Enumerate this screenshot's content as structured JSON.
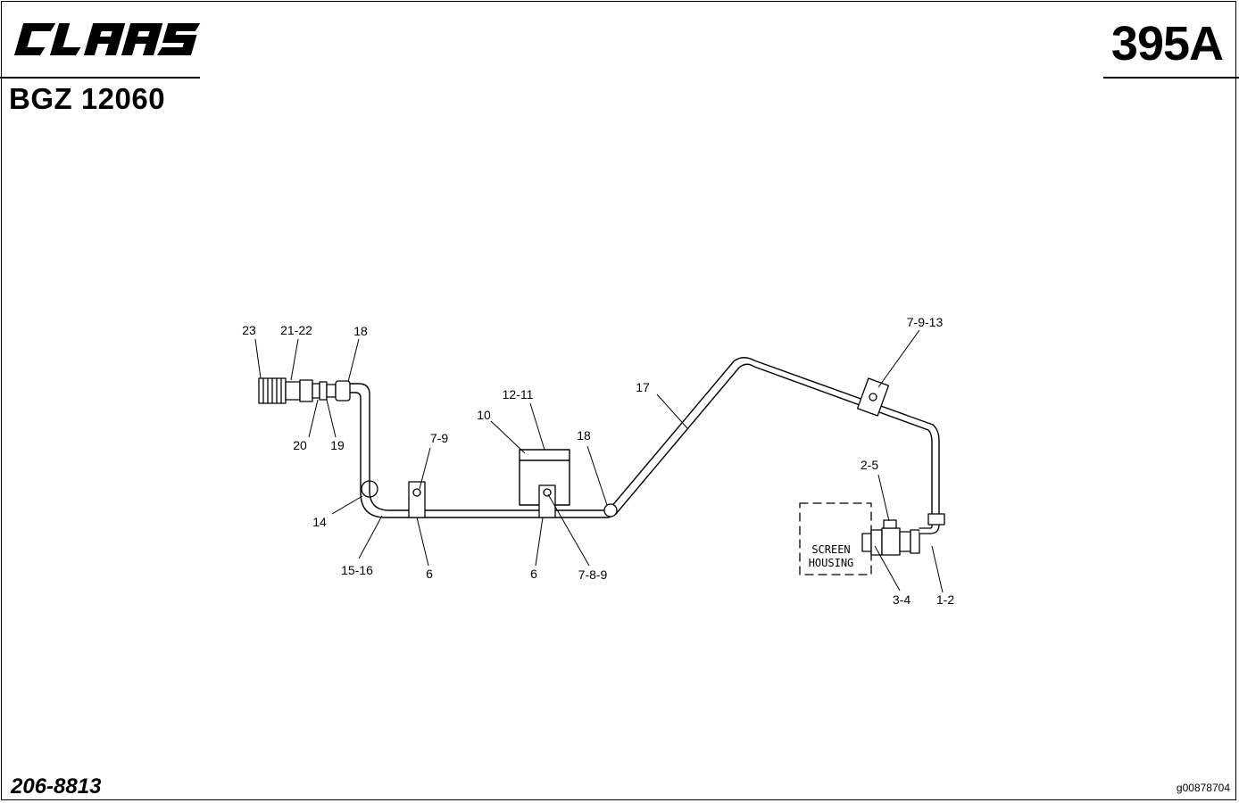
{
  "header": {
    "logo_text": "CLAAS",
    "doc_code": "BGZ 12060",
    "page_number": "395A"
  },
  "footer": {
    "part_number": "206-8813",
    "image_id": "g00878704"
  },
  "diagram": {
    "box_label_line1": "SCREEN",
    "box_label_line2": "HOUSING",
    "callouts": {
      "c23": "23",
      "c21_22": "21-22",
      "c18a": "18",
      "c20": "20",
      "c19": "19",
      "c14": "14",
      "c15_16": "15-16",
      "c7_9": "7-9",
      "c6a": "6",
      "c12_11": "12-11",
      "c10": "10",
      "c6b": "6",
      "c7_8_9": "7-8-9",
      "c18b": "18",
      "c17": "17",
      "c7_9_13": "7-9-13",
      "c2_5": "2-5",
      "c3_4": "3-4",
      "c1_2": "1-2"
    }
  }
}
